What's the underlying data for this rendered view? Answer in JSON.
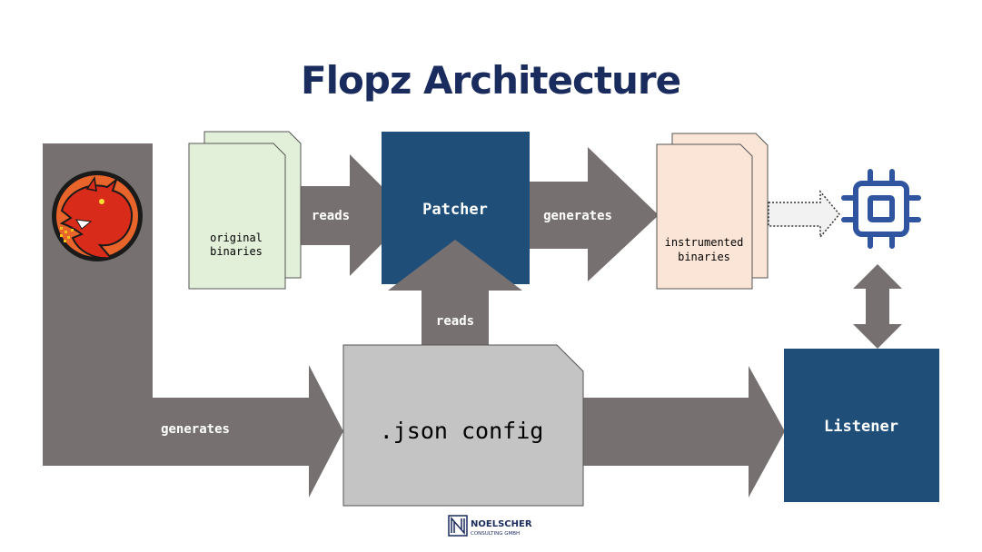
{
  "title": "Flopz Architecture",
  "labels": {
    "original_binaries_line1": "original",
    "original_binaries_line2": "binaries",
    "reads_top": "reads",
    "patcher": "Patcher",
    "generates_top": "generates",
    "instrumented_line1": "instrumented",
    "instrumented_line2": "binaries",
    "reads_bottom": "reads",
    "generates_bottom": "generates",
    "json_config": ".json config",
    "listener": "Listener"
  },
  "logo": {
    "name_line1": "NOELSCHER",
    "name_line2": "CONSULTING GMBH"
  },
  "icons": {
    "dragon": "dragon-logo-icon",
    "chip": "cpu-chip-icon",
    "company": "noelscher-logo-icon"
  },
  "colors": {
    "title": "#1a2b5e",
    "arrow": "#767170",
    "patcher": "#1f4e79",
    "listener": "#1f4e79",
    "json_box": "#c4c4c4",
    "original_doc": "#e2efd9",
    "instrumented_doc": "#fbe5d6",
    "chip": "#2f55a0"
  }
}
